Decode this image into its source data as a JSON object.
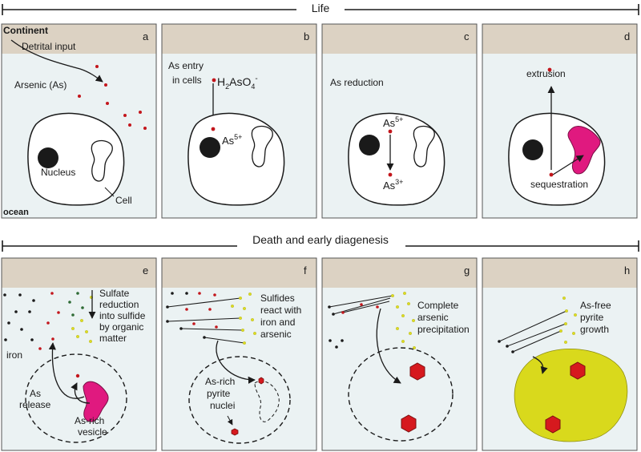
{
  "sections": {
    "life": "Life",
    "death": "Death and early diagenesis"
  },
  "panels": {
    "a": {
      "letter": "a",
      "continent": "Continent",
      "detrital_input": "Detrital input",
      "arsenic": "Arsenic (As)",
      "nucleus": "Nucleus",
      "cell": "Cell",
      "ocean": "ocean"
    },
    "b": {
      "letter": "b",
      "as_entry_1": "As entry",
      "as_entry_2": "in cells",
      "h2aso4": "H",
      "h2aso4_sub": "2",
      "h2aso4_mid": "AsO",
      "h2aso4_sub2": "4",
      "h2aso4_sup": "-",
      "as5": "As",
      "as5_sup": "5+"
    },
    "c": {
      "letter": "c",
      "title": "As reduction",
      "as5": "As",
      "as5_sup": "5+",
      "as3": "As",
      "as3_sup": "3+"
    },
    "d": {
      "letter": "d",
      "extrusion": "extrusion",
      "sequestration": "sequestration"
    },
    "e": {
      "letter": "e",
      "text_lines": [
        "Sulfate",
        "reduction",
        "into sulfide",
        "by organic",
        "matter"
      ],
      "iron": "iron",
      "as_release_1": "As",
      "as_release_2": "release",
      "vesicle_1": "As-rich",
      "vesicle_2": "vesicle"
    },
    "f": {
      "letter": "f",
      "text_lines": [
        "Sulfides",
        "react with",
        "iron and",
        "arsenic"
      ],
      "nuclei_lines": [
        "As-rich",
        "pyrite",
        "nuclei"
      ]
    },
    "g": {
      "letter": "g",
      "text_lines": [
        "Complete",
        "arsenic",
        "precipitation"
      ]
    },
    "h": {
      "letter": "h",
      "text_lines": [
        "As-free",
        "pyrite",
        "growth"
      ]
    }
  },
  "colors": {
    "panel_top": "#dcd2c3",
    "panel_water": "#ebf2f3",
    "arsenic_dot": "#c3161c",
    "sulfide_dot": "#dedd21",
    "iron_dot": "#1a1a1a",
    "green_dot": "#2e6b35",
    "vesicle": "#e0197f",
    "pyrite_hex": "#d6191e",
    "pyrite_growth": "#d9d91c"
  }
}
